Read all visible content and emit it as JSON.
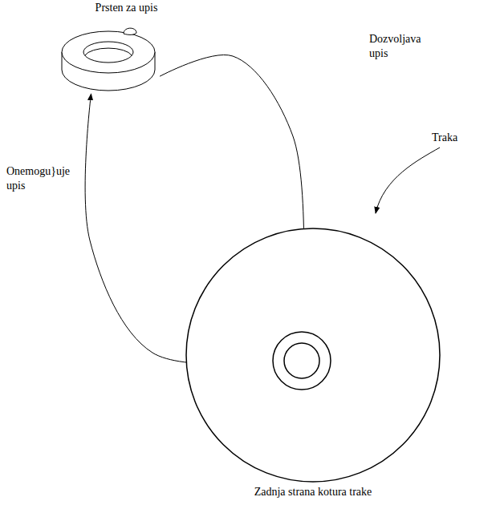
{
  "diagram": {
    "nodes": [
      {
        "text": [
          "Prsten za upis"
        ]
      },
      {
        "text": [
          "Zadnja strana kotura trake"
        ]
      }
    ],
    "edges": [
      {
        "from": 0,
        "to": 1,
        "arrow": "to",
        "label": "Dozvoljava upis"
      },
      {
        "from": 1,
        "to": 0,
        "arrow": "to",
        "label": "Onemogu}uje upis"
      }
    ],
    "labels": [
      "Traka"
    ]
  }
}
